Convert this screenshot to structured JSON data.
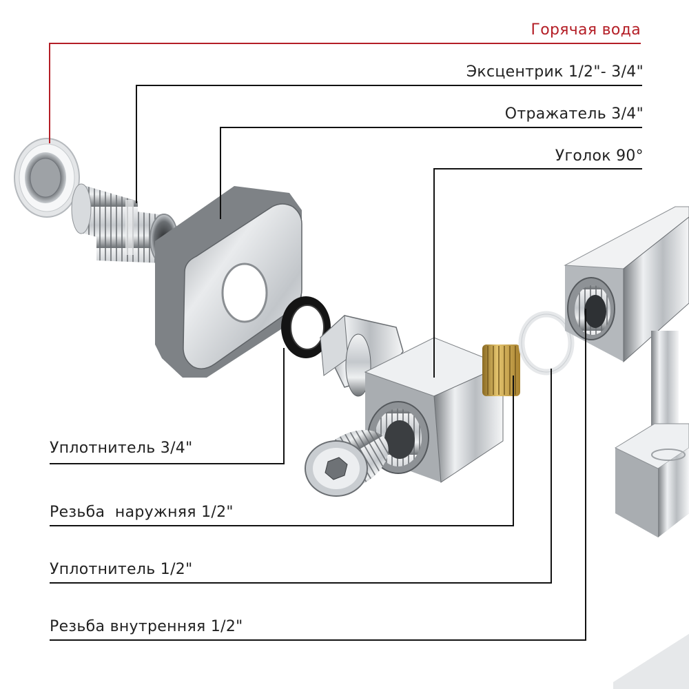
{
  "labels": {
    "hot_water": "Горячая вода",
    "eccentric": "Эксцентрик 1/2\"- 3/4\"",
    "reflector": "Отражатель 3/4\"",
    "elbow": "Уголок 90°",
    "seal_34": "Уплотнитель 3/4\"",
    "thread_ext": "Резьба  наружняя 1/2\"",
    "seal_12": "Уплотнитель 1/2\"",
    "thread_int": "Резьба внутренняя 1/2\""
  },
  "colors": {
    "hot_line": "#b41e26",
    "leader_line": "#111111",
    "chrome_light": "#eef0f2",
    "chrome_mid": "#b8bcc0",
    "chrome_dark": "#5e6266",
    "brass": "#c9a24a",
    "rubber": "#141414",
    "ptfe": "#f4f5f6"
  }
}
